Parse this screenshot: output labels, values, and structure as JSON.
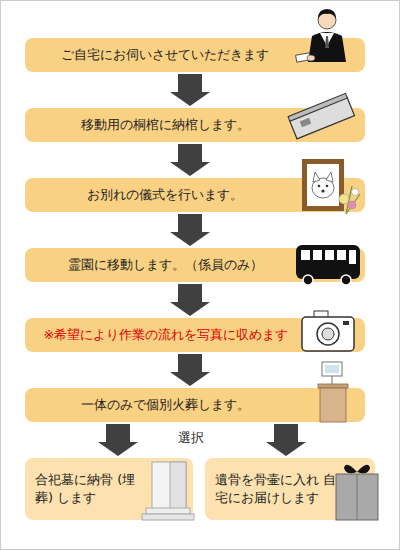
{
  "diagram": {
    "nodes": [
      {
        "text": [
          "ご自宅にお伺いさせていただきます"
        ]
      },
      {
        "text": [
          "移動用の桐棺に納棺します。"
        ]
      },
      {
        "text": [
          "お別れの儀式を行います。"
        ]
      },
      {
        "text": [
          "霊園に移動します。（係員のみ）"
        ]
      },
      {
        "text": [
          "※希望により作業の流れを写真に収めます"
        ]
      },
      {
        "text": [
          "一体のみで個別火葬します。"
        ]
      },
      {
        "text": [
          "合祀墓に納骨 (埋葬) します"
        ]
      },
      {
        "text": [
          "遺骨を骨壷に入れ 自宅にお届けします"
        ]
      }
    ],
    "edges": [
      {
        "from": 0,
        "to": 1,
        "arrow": "to"
      },
      {
        "from": 1,
        "to": 2,
        "arrow": "to"
      },
      {
        "from": 2,
        "to": 3,
        "arrow": "to"
      },
      {
        "from": 3,
        "to": 4,
        "arrow": "to"
      },
      {
        "from": 4,
        "to": 5,
        "arrow": "to"
      },
      {
        "from": 5,
        "to": 6,
        "arrow": "to"
      },
      {
        "from": 5,
        "to": 7,
        "arrow": "to"
      }
    ],
    "labels": [
      "選択"
    ]
  }
}
